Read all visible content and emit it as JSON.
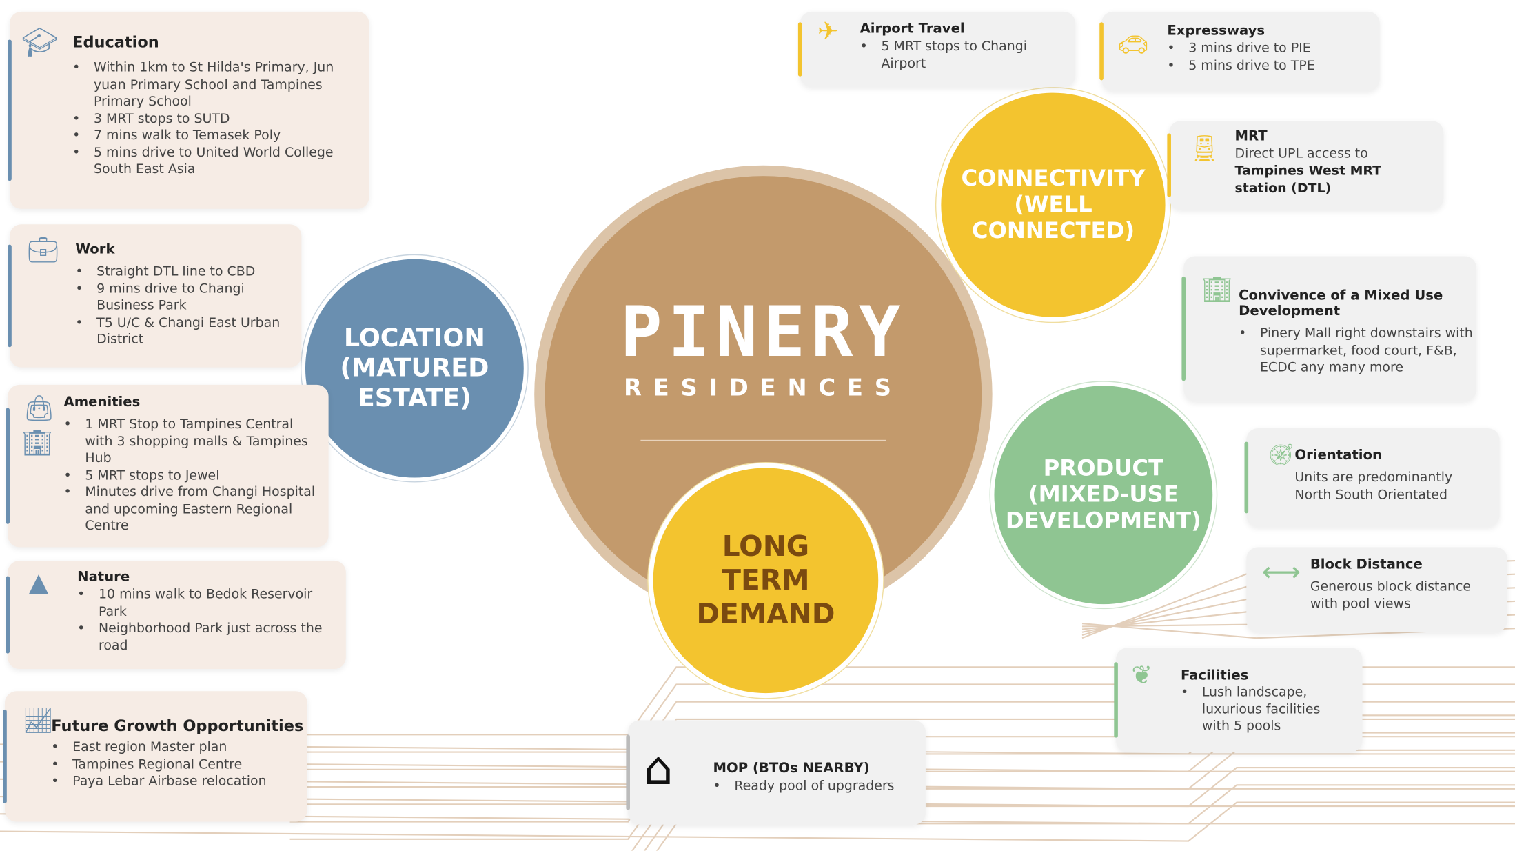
{
  "center": {
    "logo": "PINERY",
    "sub": "RESIDENCES"
  },
  "pillars": {
    "location": "LOCATION (MATURED ESTATE)",
    "connectivity": "CONNECTIVITY (WELL CONNECTED)",
    "product": "PRODUCT (MIXED-USE DEVELOPMENT)",
    "demand": "LONG TERM DEMAND"
  },
  "colors": {
    "blue": "#6a8fb0",
    "yellow": "#f3c42f",
    "green": "#8fc592",
    "tan": "#c39a6c",
    "ring": "#dcc4a8",
    "demand_text": "#7a4a10"
  },
  "cards": {
    "education": {
      "title": "Education",
      "icon": "graduation-cap-icon",
      "items": [
        "Within 1km to St Hilda's Primary, Jun yuan Primary School and Tampines Primary School",
        "3 MRT stops to SUTD",
        "7 mins walk to Temasek Poly",
        "5 mins drive to United World College South East Asia"
      ]
    },
    "work": {
      "title": "Work",
      "icon": "briefcase-icon",
      "items": [
        "Straight DTL line to CBD",
        "9 mins drive to Changi Business Park",
        "T5 U/C & Changi East Urban District"
      ]
    },
    "amenities": {
      "title": "Amenities",
      "icon": "shopping-bag-icon",
      "items": [
        "1 MRT Stop to Tampines Central with 3 shopping malls & Tampines Hub",
        "5 MRT stops to Jewel",
        "Minutes drive from Changi Hospital and upcoming Eastern Regional Centre"
      ]
    },
    "nature": {
      "title": "Nature",
      "icon": "tree-icon",
      "items": [
        "10 mins walk to Bedok Reservoir Park",
        "Neighborhood Park just across the road"
      ]
    },
    "future": {
      "title": "Future Growth Opportunities",
      "icon": "chart-line-icon",
      "items": [
        "East region Master plan",
        "Tampines Regional Centre",
        "Paya Lebar Airbase relocation"
      ]
    },
    "airport": {
      "title": "Airport Travel",
      "icon": "airplane-icon",
      "items": [
        "5 MRT stops to Changi Airport"
      ]
    },
    "expressways": {
      "title": "Expressways",
      "icon": "car-icon",
      "items": [
        "3 mins drive to PIE",
        "5 mins drive to TPE"
      ]
    },
    "mrt": {
      "title": "MRT",
      "icon": "train-icon",
      "line1": "Direct UPL access to",
      "line2": "Tampines West MRT station (DTL)"
    },
    "convenience": {
      "title": "Convivence of a Mixed Use Development",
      "icon": "building-icon",
      "items": [
        "Pinery Mall right downstairs with supermarket, food court, F&B, ECDC any many more"
      ]
    },
    "orientation": {
      "title": "Orientation",
      "icon": "compass-icon",
      "text": "Units are predominantly North South Orientated"
    },
    "block": {
      "title": "Block Distance",
      "icon": "arrows-horizontal-icon",
      "text": "Generous block distance with pool views"
    },
    "facilities": {
      "title": "Facilities",
      "icon": "lotus-icon",
      "items": [
        "Lush landscape, luxurious facilities with 5 pools"
      ]
    },
    "mop": {
      "title": "MOP (BTOs NEARBY)",
      "icon": "house-icon",
      "items": [
        "Ready pool of upgraders"
      ]
    }
  }
}
